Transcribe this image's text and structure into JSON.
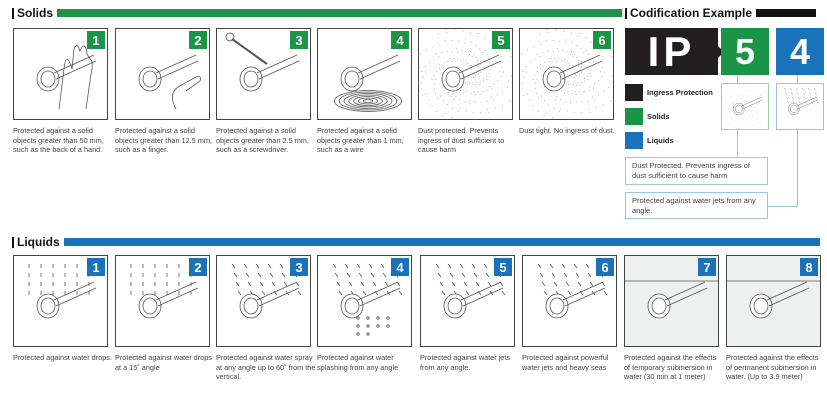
{
  "colors": {
    "solids": "#1a9546",
    "liquids": "#1a72bb",
    "ingress": "#231f20"
  },
  "solids": {
    "title": "Solids",
    "items": [
      {
        "n": "1",
        "text": "Protected against a solid objects greater than 50 mm, such as the back of a hand.",
        "icon": "hand"
      },
      {
        "n": "2",
        "text": "Protected against a solid objects greater than 12.5 mm, such as a finger.",
        "icon": "finger"
      },
      {
        "n": "3",
        "text": "Protected against a solid objects greater than 2.5 mm, such as a screwdriver.",
        "icon": "screwdriver"
      },
      {
        "n": "4",
        "text": "Protected against a solid objects greater than 1 mm, such as a wire",
        "icon": "wire"
      },
      {
        "n": "5",
        "text": "Dust protected. Prevents ingress of dust sufficient to cause harm",
        "icon": "dust"
      },
      {
        "n": "6",
        "text": "Dust tight. No ingress of dust.",
        "icon": "dust"
      }
    ]
  },
  "liquids": {
    "title": "Liquids",
    "items": [
      {
        "n": "1",
        "text": "Protected against water drops.",
        "icon": "drops"
      },
      {
        "n": "2",
        "text": "Protected against water drops at a 15˚ angle",
        "icon": "drops"
      },
      {
        "n": "3",
        "text": "Protected against water spray at any angle up to 60˚ from the vertical.",
        "icon": "spray"
      },
      {
        "n": "4",
        "text": "Protected against water splashing from any angle",
        "icon": "splash"
      },
      {
        "n": "5",
        "text": "Protected against water jets from any angle.",
        "icon": "jets"
      },
      {
        "n": "6",
        "text": "Protected against powerful water jets and heavy seas",
        "icon": "jets"
      },
      {
        "n": "7",
        "text": "Protected against the effects of temporary submersion in water (30 min at 1 meter)",
        "icon": "submersion"
      },
      {
        "n": "8",
        "text": "Protected against the effects of permanent submersion in water. (Up to 3.9 meter)",
        "icon": "submersion"
      }
    ]
  },
  "codification": {
    "title": "Codification Example",
    "ip": "IP",
    "solid_digit": "5",
    "liquid_digit": "4",
    "legend": [
      "Ingress Protection",
      "Solids",
      "Liquids"
    ],
    "solid_desc": "Dust Protected. Prevents ingress of dust sufficient to cause harm",
    "liquid_desc": "Protected against water jets from any angle."
  }
}
